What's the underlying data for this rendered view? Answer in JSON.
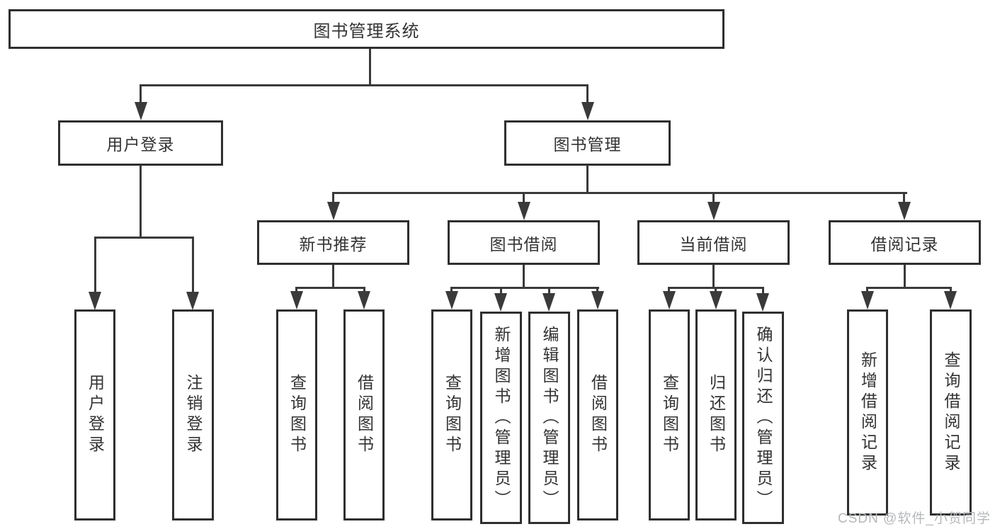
{
  "tree": {
    "root": {
      "label": "图书管理系统",
      "children": [
        {
          "label": "用户登录",
          "children": [
            {
              "label": "用户登录"
            },
            {
              "label": "注销登录"
            }
          ]
        },
        {
          "label": "图书管理",
          "children": [
            {
              "label": "新书推荐",
              "children": [
                {
                  "label": "查询图书"
                },
                {
                  "label": "借阅图书"
                }
              ]
            },
            {
              "label": "图书借阅",
              "children": [
                {
                  "label": "查询图书"
                },
                {
                  "label": "新增图书（管理员）"
                },
                {
                  "label": "编辑图书（管理员）"
                },
                {
                  "label": "借阅图书"
                }
              ]
            },
            {
              "label": "当前借阅",
              "children": [
                {
                  "label": "查询图书"
                },
                {
                  "label": "归还图书"
                },
                {
                  "label": "确认归还（管理员）"
                }
              ]
            },
            {
              "label": "借阅记录",
              "children": [
                {
                  "label": "新增借阅记录"
                },
                {
                  "label": "查询借阅记录"
                }
              ]
            }
          ]
        }
      ]
    }
  },
  "watermark": {
    "text": "CSDN @软件_小贺同学"
  },
  "colors": {
    "background": "#ffffff",
    "box_border": "#2f2f2f",
    "line": "#3a3a3a",
    "text": "#333333",
    "watermark": "#b5b8ba"
  }
}
